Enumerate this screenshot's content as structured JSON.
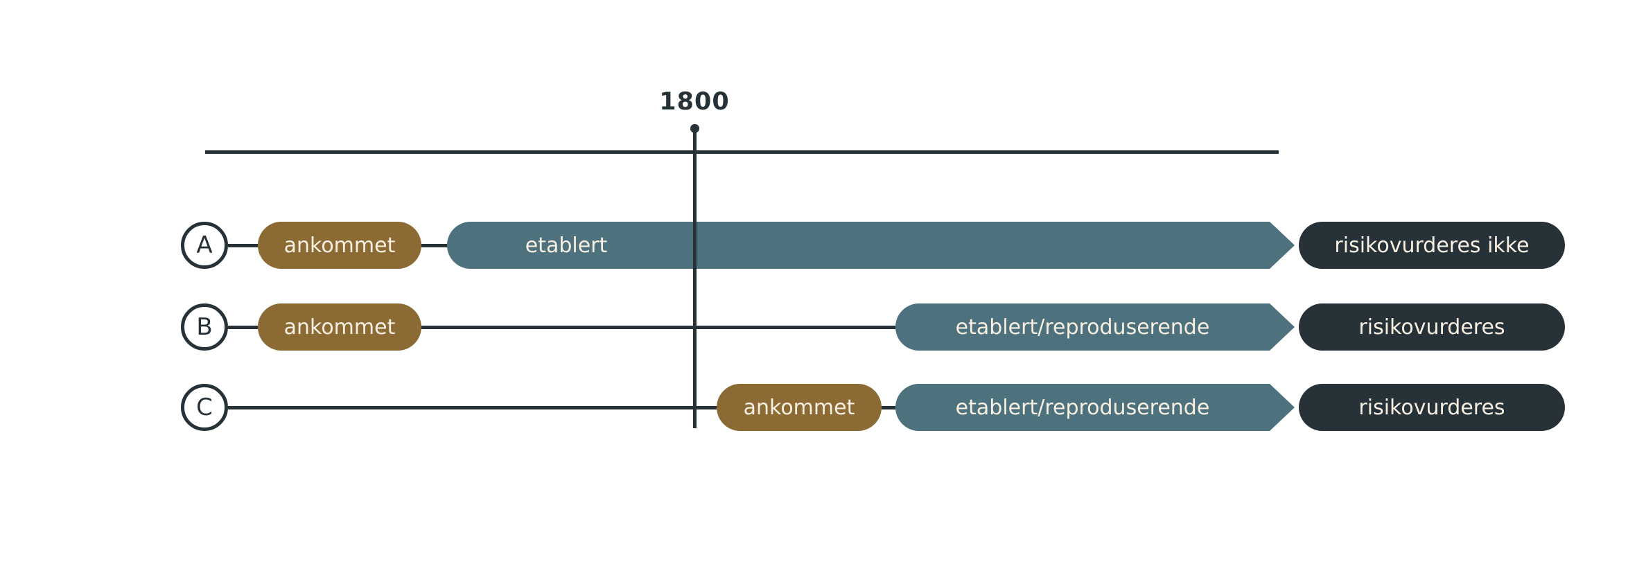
{
  "diagram": {
    "year_marker": {
      "label": "1800"
    },
    "rows": [
      {
        "id": "A",
        "arrived_label": "ankommet",
        "established_label": "etablert",
        "outcome_label": "risikovurderes ikke"
      },
      {
        "id": "B",
        "arrived_label": "ankommet",
        "established_label": "etablert/reproduserende",
        "outcome_label": "risikovurderes"
      },
      {
        "id": "C",
        "arrived_label": "ankommet",
        "established_label": "etablert/reproduserende",
        "outcome_label": "risikovurderes"
      }
    ],
    "colors": {
      "dark": "#273238",
      "brown": "#8c6a34",
      "teal": "#4d717d",
      "cream_text": "#f6efe2",
      "background": "#ffffff"
    }
  }
}
